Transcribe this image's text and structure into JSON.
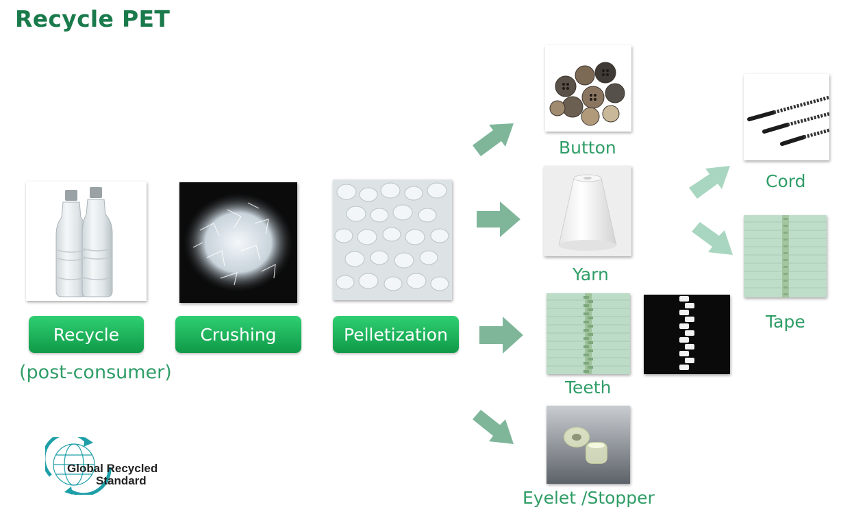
{
  "title": "Recycle PET",
  "steps": [
    {
      "label": "Recycle",
      "sublabel": "(post-consumer)"
    },
    {
      "label": "Crushing"
    },
    {
      "label": "Pelletization"
    }
  ],
  "products": {
    "button": "Button",
    "yarn": "Yarn",
    "teeth": "Teeth",
    "eyelet": "Eyelet /Stopper",
    "cord": "Cord",
    "tape": "Tape"
  },
  "logo": {
    "line1": "Global Recycled",
    "line2": "Standard"
  },
  "colors": {
    "title": "#1a7a4c",
    "pill": "#16a34f",
    "label": "#2f9d67",
    "arrow": "#7fb69a",
    "arrow_light": "#a9d6c0"
  }
}
